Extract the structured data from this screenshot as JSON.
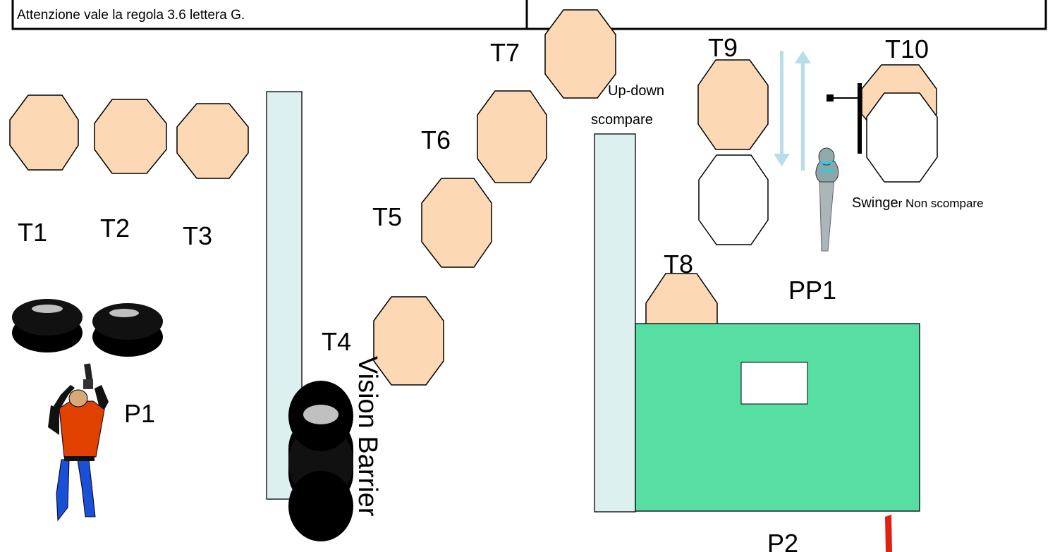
{
  "header": {
    "note": "Attenzione vale la regola 3.6 lettera G."
  },
  "targets": {
    "t1": "T1",
    "t2": "T2",
    "t3": "T3",
    "t4": "T4",
    "t5": "T5",
    "t6": "T6",
    "t7": "T7",
    "t8": "T8",
    "t9": "T9",
    "t10": "T10"
  },
  "positions": {
    "p1": "P1",
    "p2": "P2",
    "pp1": "PP1"
  },
  "annotations": {
    "updown_line1": "Up-down",
    "updown_line2": "scompare",
    "swinger_big": "Swinge",
    "swinger_small": "r Non scompare",
    "vision_barrier": "Vision Barrier"
  },
  "colors": {
    "target_fill": "#fcd8b4",
    "barrier_fill": "#ddf0f0",
    "wall_green": "#57dfa3",
    "shooter_shirt": "#e04000",
    "shooter_pants": "#1a4fd8",
    "arrow": "#b8dde6",
    "fault_line": "#e02010"
  }
}
